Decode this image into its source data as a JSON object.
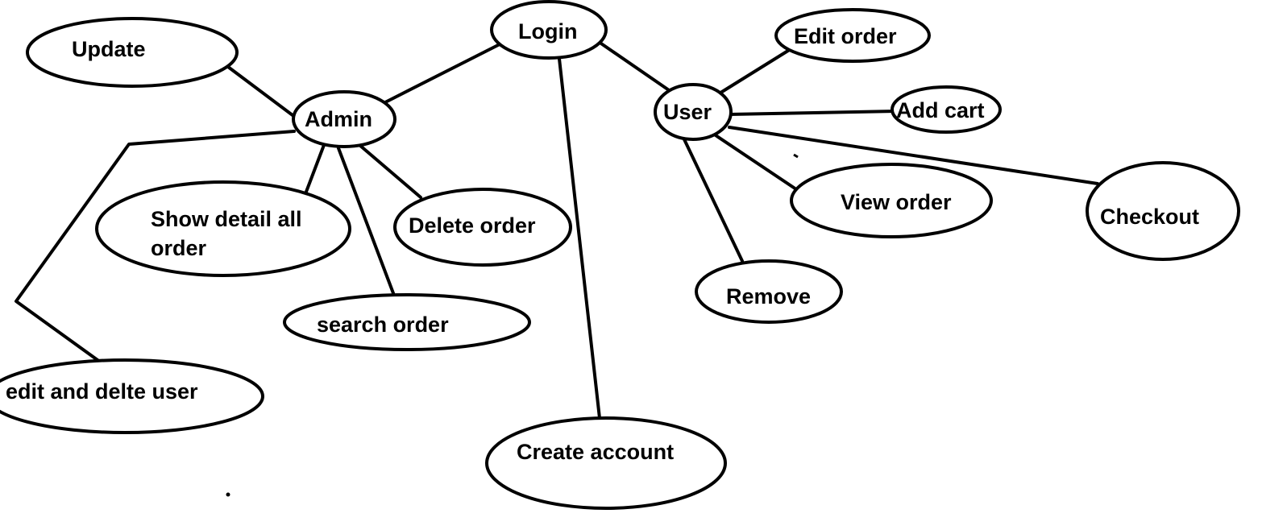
{
  "diagram": {
    "nodes": {
      "login": {
        "label": "Login"
      },
      "admin": {
        "label": "Admin"
      },
      "user": {
        "label": "User"
      },
      "update": {
        "label": "Update"
      },
      "show_detail": {
        "label_line1": "Show detail all",
        "label_line2": "order"
      },
      "delete_order": {
        "label": "Delete order"
      },
      "search_order": {
        "label": "search order"
      },
      "edit_delete_user": {
        "label": "edit and delte user"
      },
      "create_account": {
        "label": "Create account"
      },
      "edit_order": {
        "label": "Edit order"
      },
      "add_cart": {
        "label": "Add cart"
      },
      "view_order": {
        "label": "View order"
      },
      "checkout": {
        "label": "Checkout"
      },
      "remove": {
        "label": "Remove"
      }
    },
    "edges": [
      {
        "from": "Login",
        "to": "Admin"
      },
      {
        "from": "Login",
        "to": "User"
      },
      {
        "from": "Login",
        "to": "Create account"
      },
      {
        "from": "Admin",
        "to": "Update"
      },
      {
        "from": "Admin",
        "to": "Show detail all order"
      },
      {
        "from": "Admin",
        "to": "search order"
      },
      {
        "from": "Admin",
        "to": "Delete order"
      },
      {
        "from": "Admin",
        "to": "edit and delte user"
      },
      {
        "from": "User",
        "to": "Edit order"
      },
      {
        "from": "User",
        "to": "Add cart"
      },
      {
        "from": "User",
        "to": "View order"
      },
      {
        "from": "User",
        "to": "Checkout"
      },
      {
        "from": "User",
        "to": "Remove"
      }
    ]
  },
  "colors": {
    "stroke": "#000000",
    "background": "#ffffff"
  }
}
